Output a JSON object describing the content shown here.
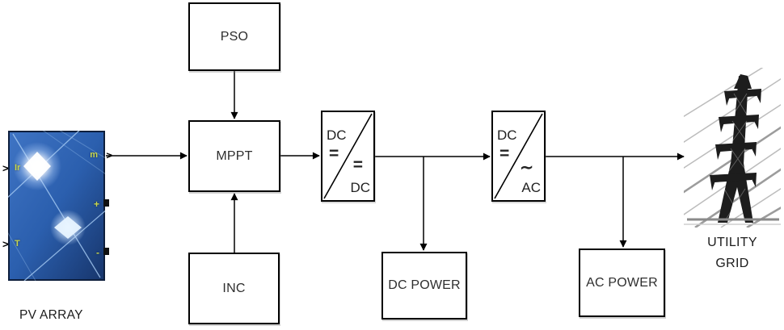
{
  "pv_array": {
    "caption": "PV ARRAY",
    "ports": {
      "irradiance": "Ir",
      "temperature": "T",
      "measurement": "m",
      "positive": "+",
      "negative": "-"
    },
    "port_chevron": ">"
  },
  "blocks": {
    "pso": "PSO",
    "mppt": "MPPT",
    "inc": "INC",
    "dc_power": "DC POWER",
    "ac_power": "AC POWER"
  },
  "converters": {
    "dc_dc": {
      "input_label": "DC",
      "input_symbol": "=",
      "output_symbol": "=",
      "output_label": "DC"
    },
    "dc_ac": {
      "input_label": "DC",
      "input_symbol": "=",
      "output_symbol": "∼",
      "output_label": "AC"
    }
  },
  "utility_grid": {
    "caption_line1": "UTILITY",
    "caption_line2": "GRID"
  },
  "colors": {
    "wire": "#000000",
    "block_border": "#000000",
    "block_background": "#ffffff",
    "port_label": "#c8d84e",
    "panel_blue": "#2b5fae"
  }
}
